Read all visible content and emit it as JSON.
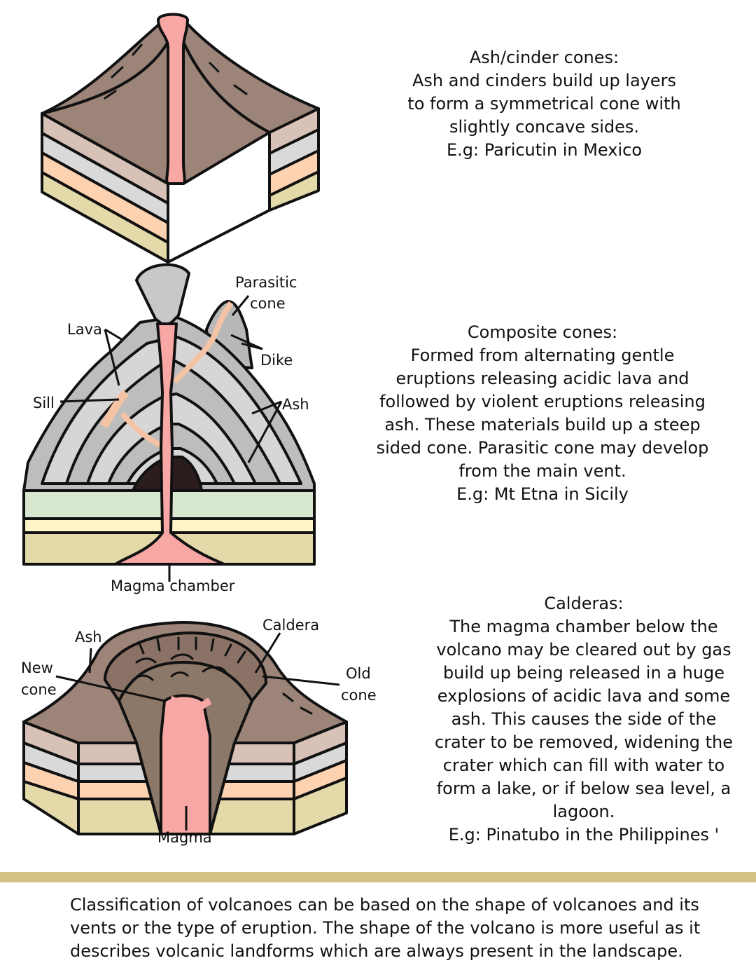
{
  "cinder": {
    "title": "Ash/cinder cones:",
    "lines": [
      "Ash and cinders build up layers",
      "to form a symmetrical cone with",
      "slightly concave sides.",
      "E.g: Paricutin in Mexico"
    ]
  },
  "composite": {
    "title": "Composite cones:",
    "lines": [
      "Formed from alternating gentle",
      "eruptions releasing acidic lava and",
      "followed by violent eruptions releasing",
      "ash. These materials build up a steep",
      "sided cone. Parasitic cone may develop",
      "from the main vent.",
      "E.g: Mt Etna in Sicily"
    ],
    "labels": {
      "lava": "Lava",
      "sill": "Sill",
      "parasitic_1": "Parasitic",
      "parasitic_2": "cone",
      "dike": "Dike",
      "ash": "Ash",
      "magma_chamber": "Magma chamber"
    }
  },
  "caldera": {
    "title": "Calderas:",
    "lines": [
      "The magma chamber below the",
      "volcano may be cleared out by gas",
      "build up being released in a huge",
      "explosions of acidic lava and some",
      "ash. This causes the side of the",
      "crater to be removed, widening the",
      "crater which can fill with water to",
      "form a lake, or if below sea level, a",
      "lagoon.",
      "E.g: Pinatubo in the Philippines '"
    ],
    "labels": {
      "ash": "Ash",
      "caldera": "Caldera",
      "new_1": "New",
      "new_2": "cone",
      "old_1": "Old",
      "old_2": "cone",
      "magma": "Magma"
    }
  },
  "footer": {
    "lines": [
      "Classification of volcanoes can be based on the shape of volcanoes and its",
      "vents or the type of eruption. The shape of the volcano is more useful as it",
      "describes volcanic landforms which are always present in the landscape."
    ]
  },
  "colors": {
    "rock_brown": "#9c8478",
    "layer_pink": "#d8c2b8",
    "layer_grey": "#d9d9d9",
    "layer_peach": "#fcd2b0",
    "layer_cream": "#e3d9a9",
    "magma_pink": "#f8a8a4",
    "ash_grey": "#c8c8c8",
    "ground_green": "#d8e8d0",
    "band_gold": "#d4c285"
  }
}
